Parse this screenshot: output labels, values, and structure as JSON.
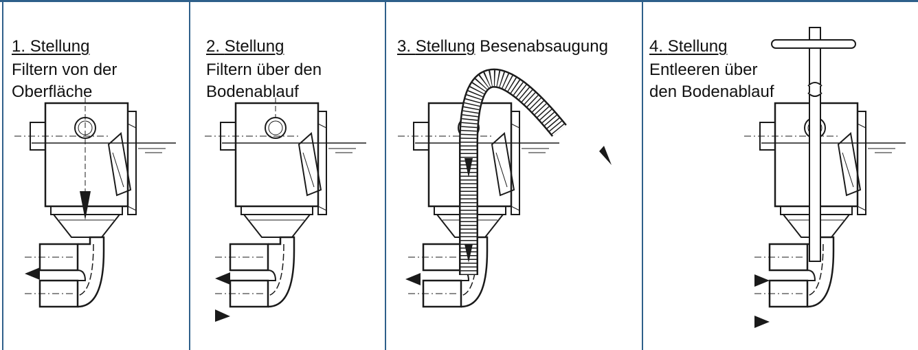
{
  "border_color": "#2e5f8a",
  "line_color": "#1a1a1a",
  "panels": [
    {
      "number": "1.",
      "word": "Stellung",
      "lines": [
        "Filtern von der",
        "Oberfläche"
      ]
    },
    {
      "number": "2.",
      "word": "Stellung",
      "lines": [
        "Filtern über den",
        "Bodenablauf"
      ]
    },
    {
      "number": "3.",
      "word": "Stellung",
      "suffix": " Besenabsaugung",
      "lines": []
    },
    {
      "number": "4.",
      "word": "Stellung",
      "lines": [
        "Entleeren über",
        "den Bodenablauf"
      ]
    }
  ]
}
